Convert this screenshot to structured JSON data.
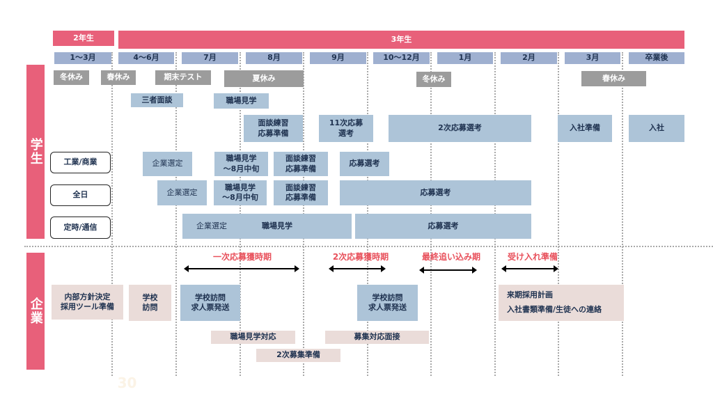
{
  "grades": {
    "second": "2年生",
    "third": "3年生"
  },
  "months": [
    "1〜3月",
    "4〜6月",
    "7月",
    "8月",
    "9月",
    "10〜12月",
    "1月",
    "2月",
    "3月",
    "卒業後"
  ],
  "sections": {
    "student": "学生",
    "company": "企業"
  },
  "school_events": [
    "冬休み",
    "春休み",
    "期末テスト",
    "夏休み",
    "冬休み",
    "春休み"
  ],
  "general": {
    "sansha": "三者面談",
    "shokuba": "職場見学",
    "mendan": "面談練習\n応募準備",
    "first": "11次応募\n選考",
    "second": "2次応募選考",
    "prep": "入社準備",
    "join": "入社"
  },
  "course_labels": [
    "工業/商業",
    "全日",
    "定時/通信"
  ],
  "kogyo": [
    "企業選定",
    "職場見学\n〜8月中旬",
    "面談練習\n応募準備",
    "応募選考"
  ],
  "zennichi": [
    "企業選定",
    "職場見学\n〜8月中旬",
    "面談練習\n応募準備",
    "応募選考"
  ],
  "teiji": [
    "企業選定",
    "職場見学",
    "応募選考"
  ],
  "periods": [
    "一次応募獲時期",
    "2次応募獲時期",
    "最終追い込み期",
    "受け入れ準備"
  ],
  "company_tasks": {
    "policy": "内部方針決定\n採用ツール準備",
    "visit": "学校\n訪問",
    "visit1": "学校訪問\n求人票発送",
    "visit2": "学校訪問\n求人票発送",
    "next": "来期採用計画\n入社書類準備/生徒への連絡",
    "tour": "職場見学対応",
    "interview": "募集対応面接",
    "prep2": "2次募集準備"
  },
  "page_number": "30"
}
